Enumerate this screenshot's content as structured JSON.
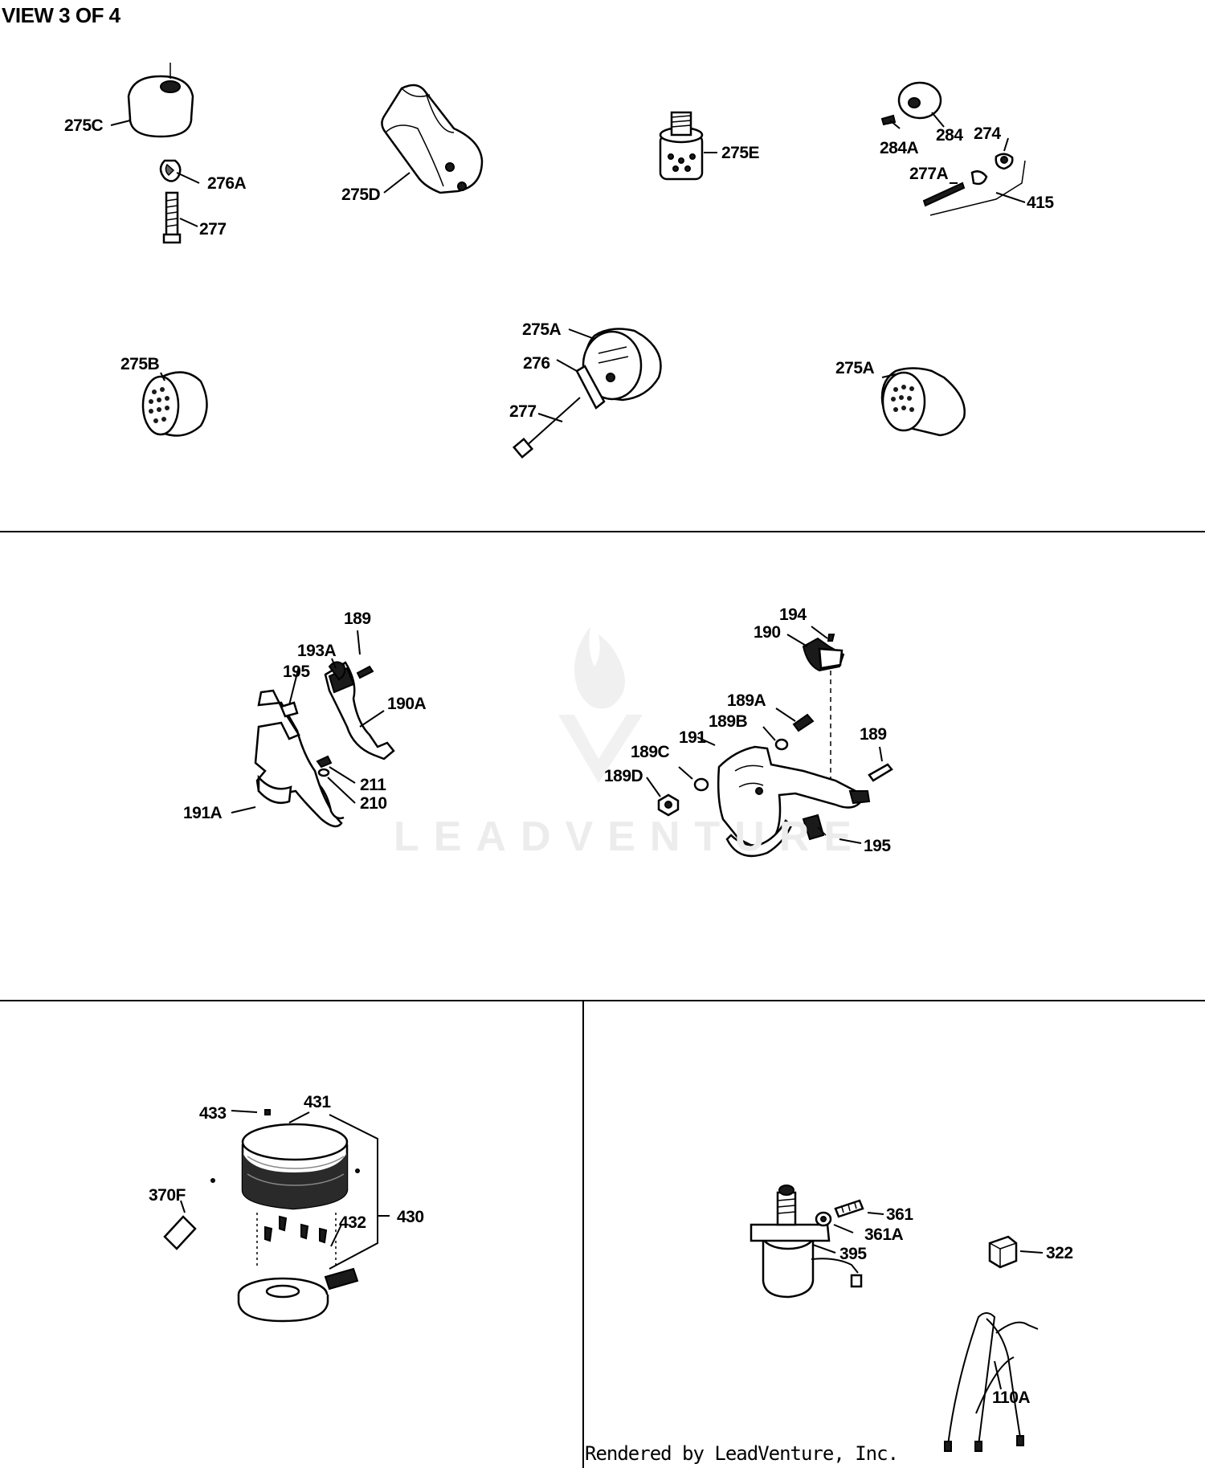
{
  "header": {
    "view_title": "VIEW 3 OF 4"
  },
  "footer": {
    "credit": "Rendered by LeadVenture, Inc."
  },
  "watermark": {
    "text": "LEADVENTURE"
  },
  "section_muffler": {
    "labels": {
      "l275C": "275C",
      "l276A": "276A",
      "l277a": "277",
      "l275D": "275D",
      "l275E": "275E",
      "l284": "284",
      "l274": "274",
      "l284A": "284A",
      "l277A": "277A",
      "l415": "415",
      "l275B": "275B",
      "l275A_1": "275A",
      "l276": "276",
      "l277b": "277",
      "l275A_2": "275A"
    }
  },
  "section_bracket": {
    "labels": {
      "l189a": "189",
      "l193A": "193A",
      "l195a": "195",
      "l190A": "190A",
      "l211": "211",
      "l210": "210",
      "l191A": "191A",
      "l194": "194",
      "l190": "190",
      "l189A": "189A",
      "l189B": "189B",
      "l191": "191",
      "l189C": "189C",
      "l189D": "189D",
      "l189b": "189",
      "l195b": "195"
    }
  },
  "section_alternator": {
    "labels": {
      "l433": "433",
      "l431": "431",
      "l370F": "370F",
      "l432": "432",
      "l430": "430"
    }
  },
  "section_starter": {
    "labels": {
      "l361": "361",
      "l361A": "361A",
      "l395": "395",
      "l322": "322",
      "l110A": "110A"
    }
  }
}
